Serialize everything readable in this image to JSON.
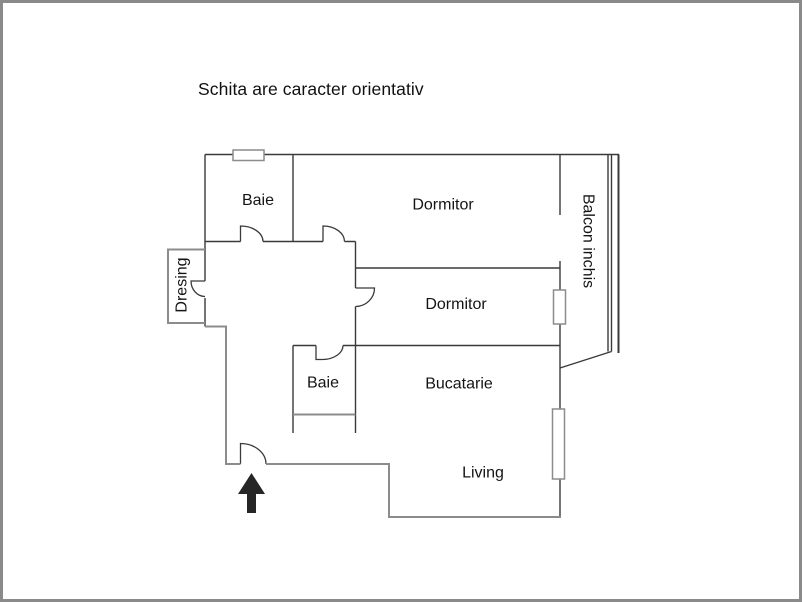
{
  "title": "Schita are caracter orientativ",
  "floor_plan": {
    "rooms": {
      "baie_top": "Baie",
      "dormitor_top": "Dormitor",
      "dormitor_middle": "Dormitor",
      "baie_middle": "Baie",
      "bucatarie": "Bucatarie",
      "living": "Living",
      "dresing": "Dresing",
      "balcon": "Balcon inchis"
    },
    "colors": {
      "wall": "#3a3a3a",
      "secondary": "#8c8c8c",
      "window": "#8c8c8c",
      "arrow": "#262626",
      "text": "#141414",
      "border": "#8a8a8a"
    },
    "entrance_arrow": "up-arrow"
  }
}
